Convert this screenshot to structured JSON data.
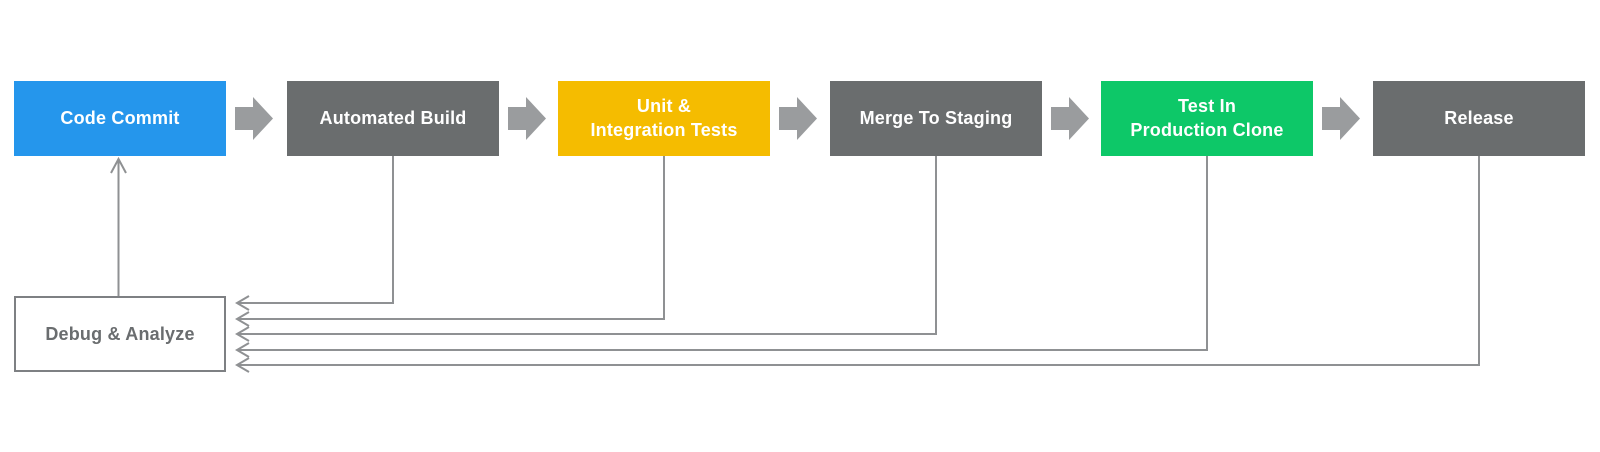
{
  "pipeline": {
    "steps": [
      {
        "label": "Code Commit",
        "color": "#2596EC",
        "text_color": "#FFFFFF"
      },
      {
        "label": "Automated Build",
        "color": "#6A6D6E",
        "text_color": "#FFFFFF"
      },
      {
        "label": "Unit &\nIntegration Tests",
        "color": "#F5BC00",
        "text_color": "#FFFFFF"
      },
      {
        "label": "Merge To Staging",
        "color": "#6A6D6E",
        "text_color": "#FFFFFF"
      },
      {
        "label": "Test In\nProduction Clone",
        "color": "#0DC868",
        "text_color": "#FFFFFF"
      },
      {
        "label": "Release",
        "color": "#6A6D6E",
        "text_color": "#FFFFFF"
      }
    ]
  },
  "feedback": {
    "label": "Debug & Analyze",
    "border_color": "#7E8083",
    "text_color": "#6A6D6F"
  },
  "connectors": {
    "flow_arrow_color": "#9A9C9E",
    "line_color": "#8F9193"
  }
}
